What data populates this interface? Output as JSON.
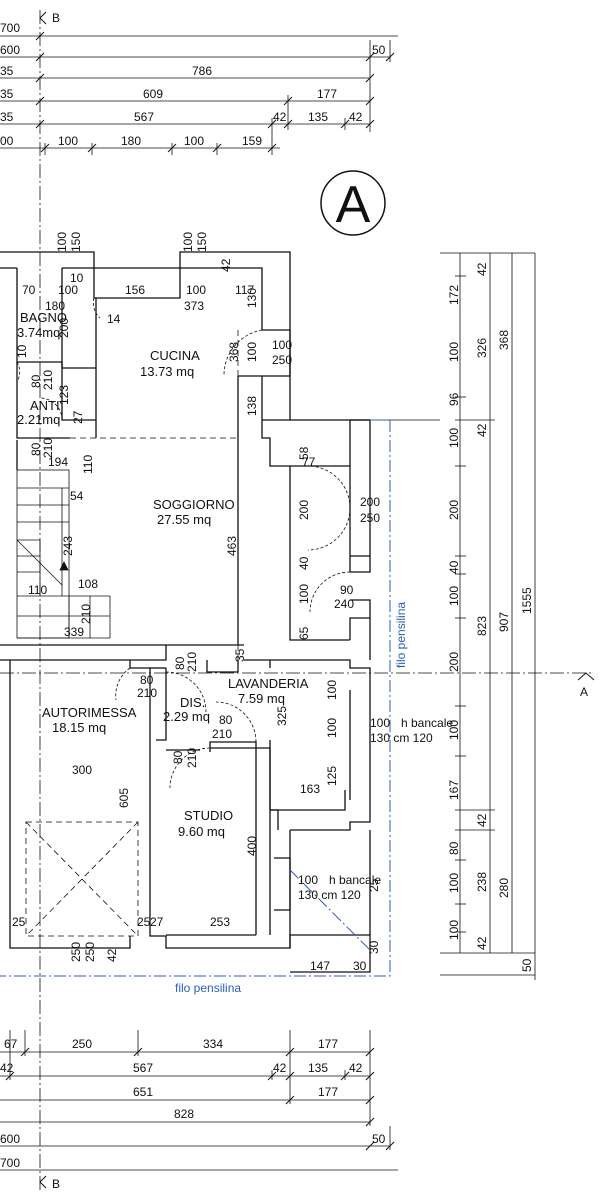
{
  "section_marker": "B",
  "section_marker_bottom": "B",
  "plan_letter": "A",
  "axis_label_right": "A",
  "pensilina_label_bottom": "filo pensilina",
  "pensilina_label_right": "filo pensilina",
  "rooms": {
    "bagno": {
      "name": "BAGNO",
      "area": "3.74mq"
    },
    "anti": {
      "name": "ANTI",
      "area": "2.21mq"
    },
    "cucina": {
      "name": "CUCINA",
      "area": "13.73 mq"
    },
    "soggiorno": {
      "name": "SOGGIORNO",
      "area": "27.55 mq"
    },
    "lavanderia": {
      "name": "LAVANDERIA",
      "area": "7.59 mq"
    },
    "autorimessa": {
      "name": "AUTORIMESSA",
      "area": "18.15 mq"
    },
    "dis": {
      "name": "DIS.",
      "area": "2.29 mq"
    },
    "studio": {
      "name": "STUDIO",
      "area": "9.60 mq"
    }
  },
  "top_dims": {
    "r1": [
      "700"
    ],
    "r2": [
      "600",
      "50"
    ],
    "r3": [
      "35",
      "786"
    ],
    "r4": [
      "35",
      "609",
      "177"
    ],
    "r5": [
      "35",
      "567",
      "42",
      "135",
      "42"
    ],
    "r6": [
      "00",
      "100",
      "180",
      "100",
      "159"
    ]
  },
  "bottom_dims": {
    "r1": [
      "67",
      "250",
      "334",
      "177"
    ],
    "r2": [
      "42",
      "567",
      "42",
      "135",
      "42"
    ],
    "r3": [
      "651",
      "177"
    ],
    "r4": [
      "828"
    ],
    "r5": [
      "600",
      "50"
    ],
    "r6": [
      "700"
    ]
  },
  "right_dims": {
    "c1": [
      "42",
      "172",
      "100",
      "96",
      "42",
      "100",
      "200",
      "40",
      "100",
      "200",
      "100",
      "167",
      "42",
      "80",
      "100",
      "100",
      "42"
    ],
    "c2": [
      "326",
      "823",
      "238"
    ],
    "c3": [
      "368",
      "907",
      "280"
    ],
    "c4": [
      "1555",
      "50"
    ]
  },
  "inner_dims": {
    "d100a": "100",
    "d150a": "150",
    "d100b": "100",
    "d150b": "150",
    "d42": "42",
    "d70": "70",
    "d100c": "100",
    "d156": "156",
    "d100d": "100",
    "d117": "117",
    "d10": "10",
    "d180": "180",
    "d373": "373",
    "d14": "14",
    "d130": "130",
    "d200": "200",
    "d10b": "10",
    "d368": "368",
    "d100e": "100",
    "d250e": "250",
    "d80a": "80",
    "d210a": "210",
    "d123": "123",
    "d138": "138",
    "d27": "27",
    "d80b": "80",
    "d210b": "210",
    "d194": "194",
    "d110": "110",
    "d58": "58",
    "d77": "77",
    "d54": "54",
    "d200c": "200",
    "d200d": "200",
    "d250d": "250",
    "d243": "243",
    "d463": "463",
    "d40": "40",
    "d90": "90",
    "d240": "240",
    "d100f": "100",
    "d110b": "110",
    "d108": "108",
    "d210c": "210",
    "d65": "65",
    "d339": "339",
    "d35": "35",
    "d80c": "80",
    "d210d": "210",
    "d80e": "80",
    "d210e": "210",
    "d100g": "100",
    "d325": "325",
    "d100h": "100",
    "d100i": "100",
    "d80f": "80",
    "d210f": "210",
    "d80g": "80",
    "d210g": "210",
    "d300": "300",
    "d605": "605",
    "d125": "125",
    "d163": "163",
    "d400": "400",
    "d25a": "25",
    "d25b": "25",
    "d27b": "27",
    "d253": "253",
    "d250f": "250",
    "d250g": "250",
    "d42b": "42",
    "d147": "147",
    "d30a": "30",
    "d30b": "30",
    "d25c": "25"
  },
  "window_notes": {
    "w1a": "100",
    "w1b": "h bancale",
    "w1c": "130 cm 120",
    "w2a": "100",
    "w2b": "h bancale",
    "w2c": "130 cm 120"
  }
}
